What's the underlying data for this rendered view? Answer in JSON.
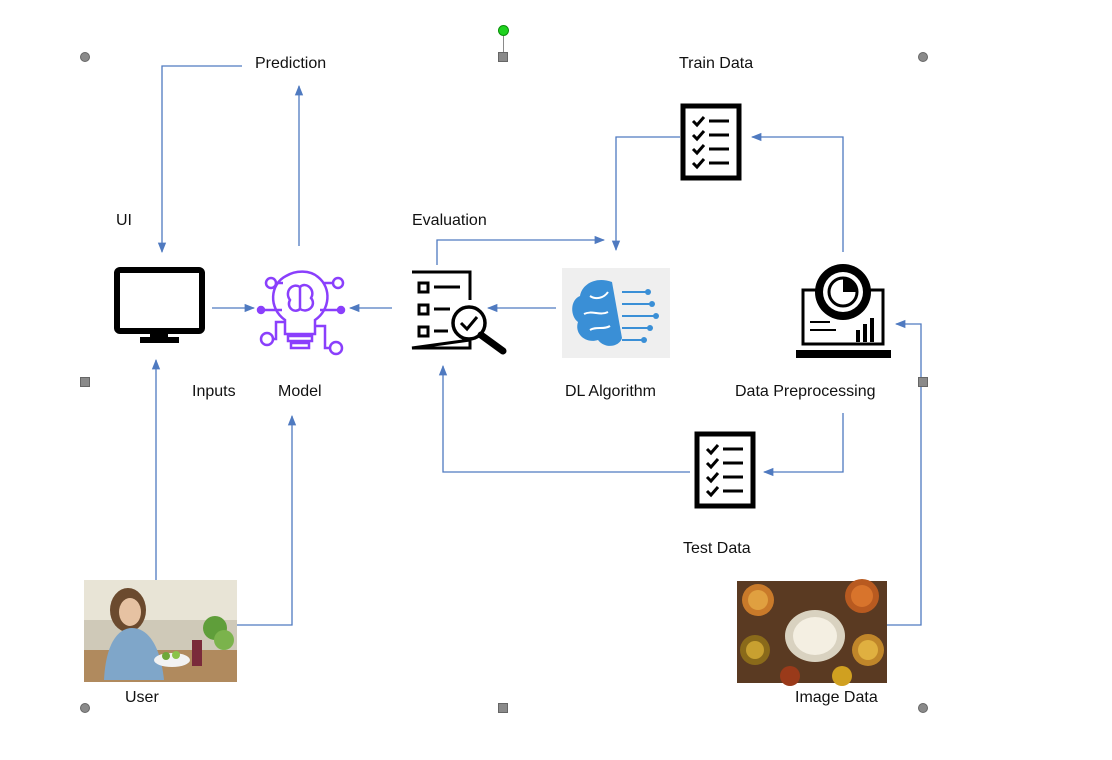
{
  "labels": {
    "prediction": "Prediction",
    "train_data": "Train Data",
    "ui": "UI",
    "evaluation": "Evaluation",
    "inputs": "Inputs",
    "model": "Model",
    "dl_algorithm": "DL Algorithm",
    "data_preprocessing": "Data Preprocessing",
    "test_data": "Test Data",
    "user": "User",
    "image_data": "Image Data"
  },
  "colors": {
    "arrow": "#4f7ac0",
    "model_icon": "#8a3ffc",
    "brain_icon": "#3a8fd6",
    "selection_handle": "#8a8a8a",
    "rotate_handle": "#1fd21f"
  },
  "icons": [
    "monitor-icon",
    "ai-bulb-icon",
    "evaluation-checklist-icon",
    "deep-learning-brain-icon",
    "laptop-gear-icon",
    "checklist-document-icon"
  ]
}
